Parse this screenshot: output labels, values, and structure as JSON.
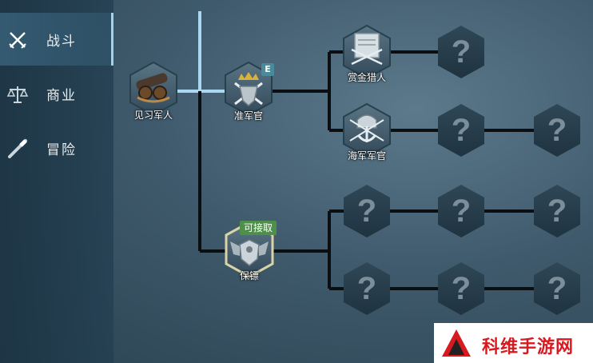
{
  "sidebar": {
    "items": [
      {
        "label": "战斗",
        "icon": "crossed-swords-icon",
        "active": true
      },
      {
        "label": "商业",
        "icon": "scales-icon",
        "active": false
      },
      {
        "label": "冒险",
        "icon": "telescope-icon",
        "active": false
      }
    ]
  },
  "tree": {
    "nodes": {
      "trainee": {
        "label": "见习军人",
        "icon": "cannon-icon"
      },
      "warrant": {
        "label": "准军官",
        "icon": "crown-swords-icon",
        "badge": "E"
      },
      "bounty": {
        "label": "赏金猎人",
        "icon": "wanted-poster-icon"
      },
      "navy": {
        "label": "海军军官",
        "icon": "anchor-helmet-icon"
      },
      "guard": {
        "label": "保镖",
        "icon": "winged-shield-icon",
        "badge": "可接取"
      }
    },
    "locked_symbol": "?"
  },
  "watermark": {
    "text": "科维手游网"
  },
  "colors": {
    "line_active": "#a9d8f0",
    "line": "#0b0f12",
    "badge_available": "#4e8f4a",
    "badge_e": "#4a8a9a",
    "watermark_red": "#d8191f"
  }
}
